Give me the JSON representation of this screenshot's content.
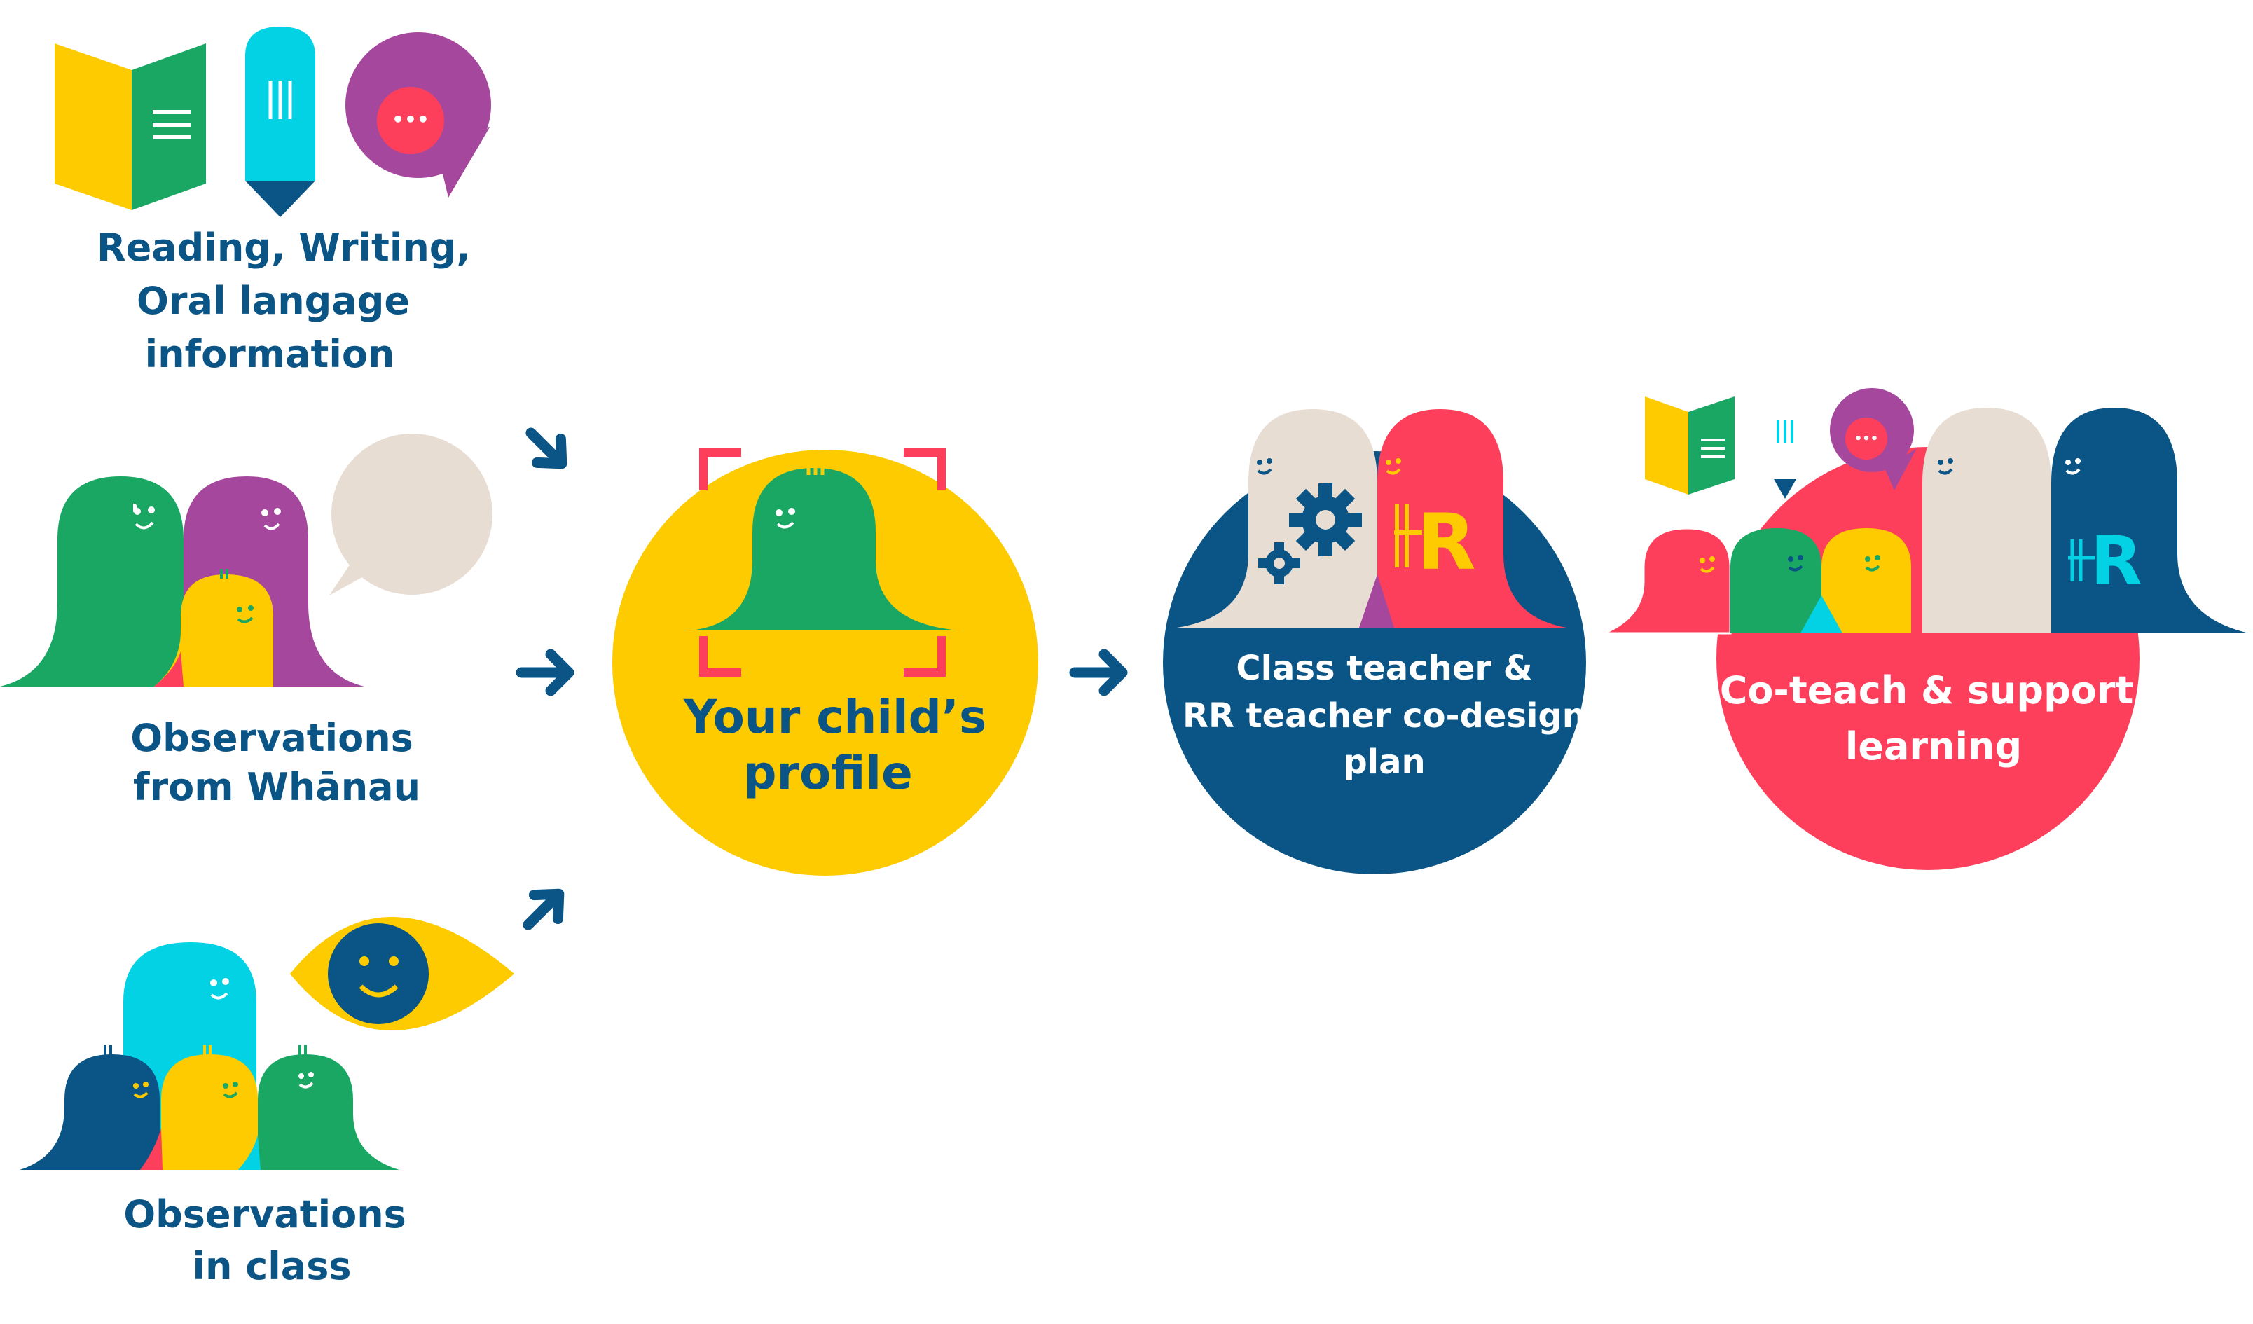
{
  "colors": {
    "navy": "#0a5586",
    "yellow": "#fecb00",
    "green": "#1aa764",
    "purple": "#a5489d",
    "cyan": "#03d2e4",
    "red": "#fe3f5b",
    "beige": "#e8ddd2",
    "white": "#ffffff"
  },
  "sources": {
    "reading": [
      "Reading, Writing,",
      "Oral langage",
      "information"
    ],
    "whanau": [
      "Observations",
      "from Whānau"
    ],
    "in_class": [
      "Observations",
      "in class"
    ]
  },
  "profile": [
    "Your child’s",
    "profile"
  ],
  "plan": [
    "Class teacher &",
    "RR teacher co-design",
    "plan"
  ],
  "coteach": [
    "Co-teach & support",
    "learning"
  ],
  "icons": {
    "chat_dots": "•••",
    "rr_logo_letter": "R"
  }
}
